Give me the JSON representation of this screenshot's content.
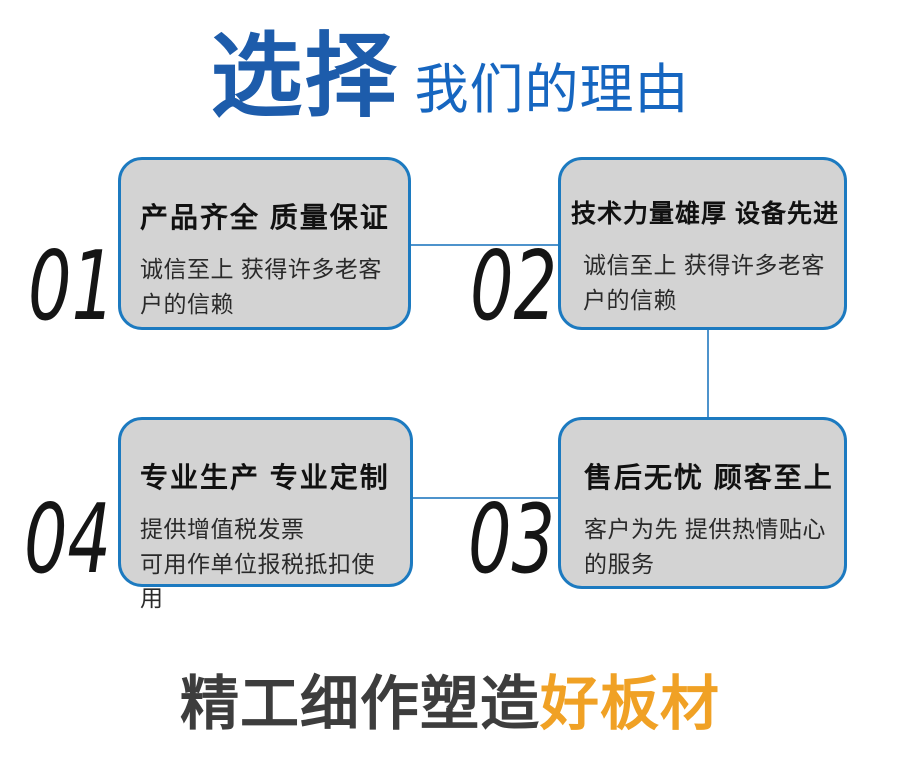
{
  "header": {
    "title_main": "选择",
    "title_sub": "我们的理由"
  },
  "cards": [
    {
      "number": "01",
      "title": "产品齐全 质量保证",
      "body": "诚信至上 获得许多老客户的信赖"
    },
    {
      "number": "02",
      "title": "技术力量雄厚 设备先进",
      "body": "诚信至上 获得许多老客户的信赖"
    },
    {
      "number": "03",
      "title": "售后无忧 顾客至上",
      "body": "客户为先 提供热情贴心的服务"
    },
    {
      "number": "04",
      "title": "专业生产 专业定制",
      "body": "提供增值税发票\n可用作单位报税抵扣使用"
    }
  ],
  "slogan": {
    "prefix": "精工细作塑造",
    "highlight": "好板材"
  },
  "colors": {
    "title_main_blue": "#1d5cab",
    "title_sub_blue": "#1666c0",
    "card_border": "#1c7ac0",
    "card_bg": "#d3d3d3",
    "connector": "#4e93cc",
    "slogan_dark": "#3d3d3d",
    "slogan_orange": "#f0a125"
  }
}
